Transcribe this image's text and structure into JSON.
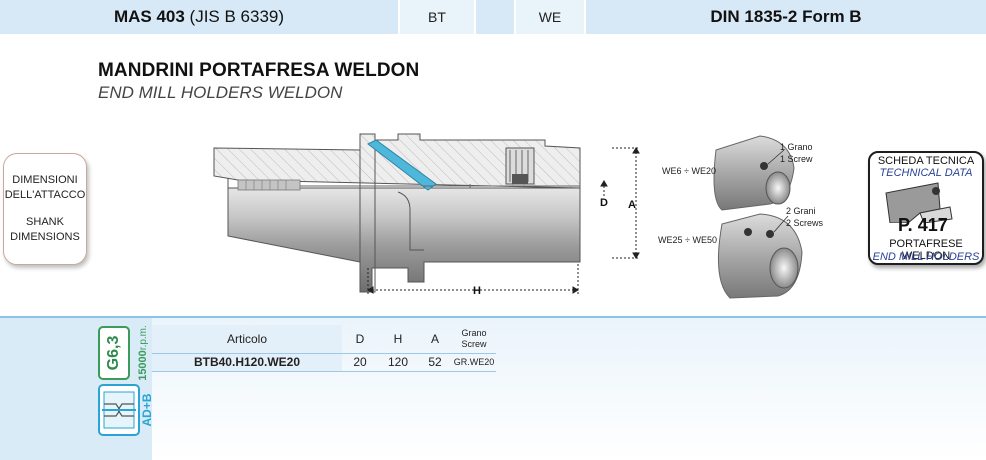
{
  "header": {
    "standard_bold": "MAS 403",
    "standard_light": "(JIS B 6339)",
    "bt": "BT",
    "we": "WE",
    "din": "DIN 1835-2 Form B"
  },
  "title": "MANDRINI PORTAFRESA WELDON",
  "subtitle": "END MILL HOLDERS WELDON",
  "badge": {
    "line1": "DIMENSIONI",
    "line2": "DELL'ATTACCO",
    "line3": "SHANK",
    "line4": "DIMENSIONS"
  },
  "drawing": {
    "label_d": "D",
    "label_a": "A",
    "label_h": "H"
  },
  "screws": {
    "we_small": "WE6 ÷ WE20",
    "we_large": "WE25 ÷ WE50",
    "one_it": "1 Grano",
    "one_en": "1 Screw",
    "two_it": "2 Grani",
    "two_en": "2 Screws"
  },
  "sheet": {
    "title_it": "SCHEDA TECNICA",
    "title_en": "TECHNICAL DATA",
    "page": "P. 417",
    "desc_it": "PORTAFRESE WELDON",
    "desc_en": "END MILL HOLDERS"
  },
  "balance": {
    "grade": "G6,3",
    "rpm_value": "15000",
    "rpm_unit": "r.p.m.",
    "coolant": "AD+B"
  },
  "table": {
    "headers": {
      "article": "Articolo",
      "d": "D",
      "h": "H",
      "a": "A",
      "grano_it": "Grano",
      "grano_en": "Screw"
    },
    "rows": [
      {
        "article": "BTB40.H120.WE20",
        "d": "20",
        "h": "120",
        "a": "52",
        "grano": "GR.WE20"
      }
    ]
  },
  "colors": {
    "header_blue": "#d7e9f6",
    "accent_green": "#3a9b5a",
    "accent_cyan": "#2aa4d4",
    "sheet_blue": "#29439a"
  }
}
